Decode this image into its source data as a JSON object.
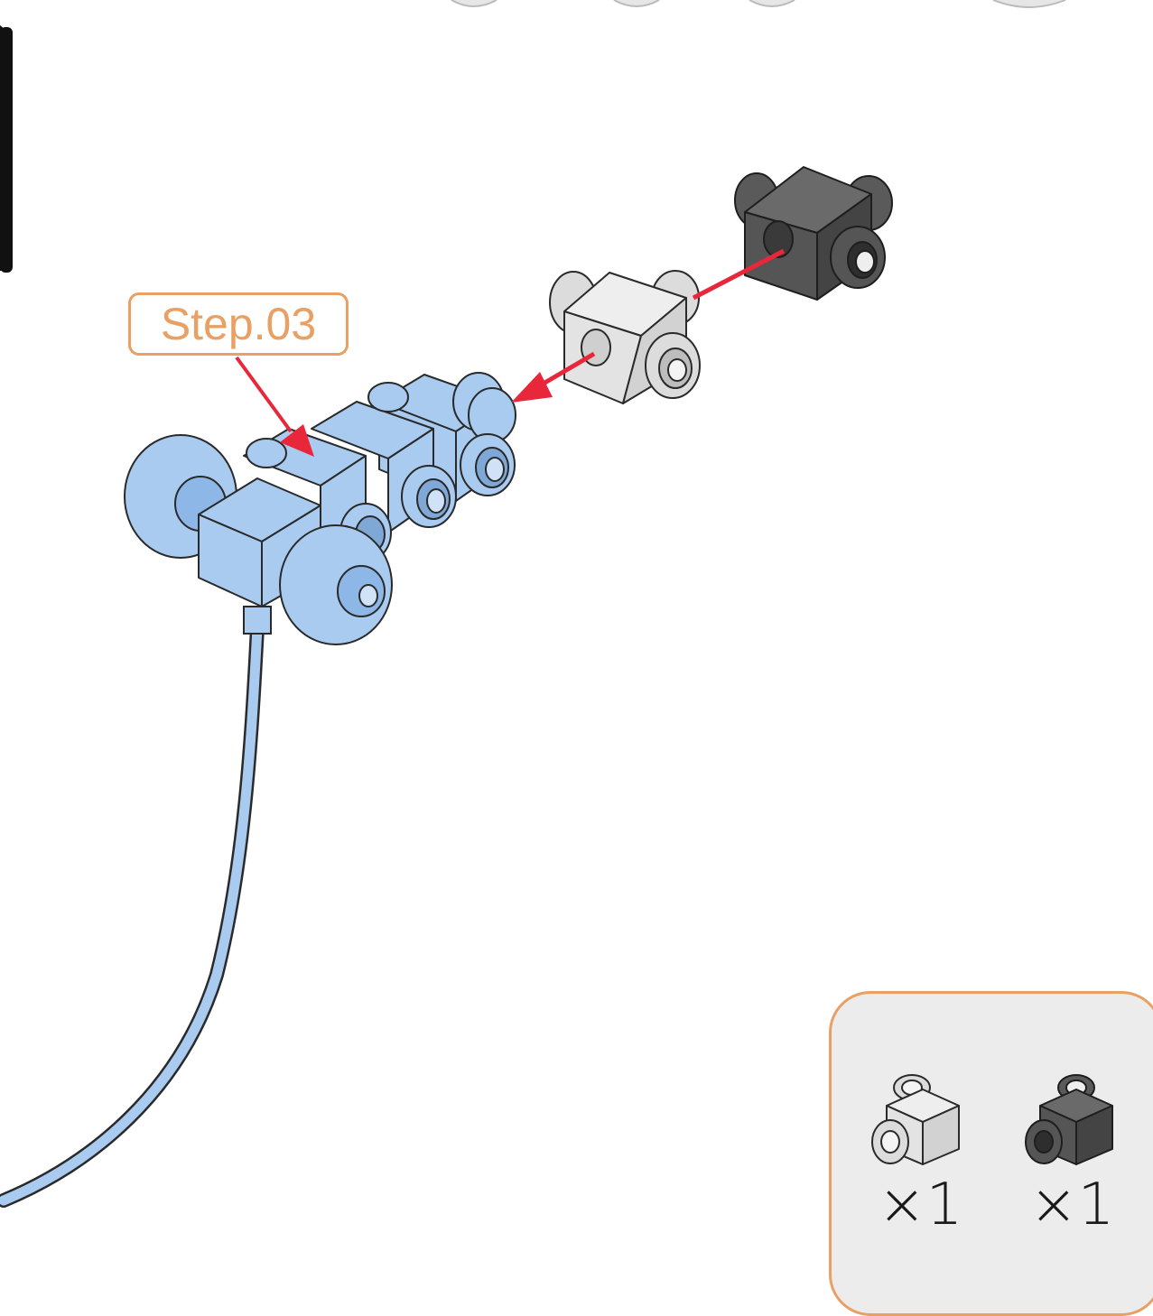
{
  "step_label": "Step.03",
  "parts": [
    {
      "name": "light-gray-cross-connector",
      "color": "#e2e2e2",
      "quantity_text": "×1"
    },
    {
      "name": "dark-gray-cross-connector",
      "color": "#555555",
      "quantity_text": "×1"
    }
  ],
  "colors": {
    "accent_orange": "#e8a064",
    "arrow_red": "#e8283a",
    "assembly_blue": "#a9cbf0",
    "outline": "#2a2a2a",
    "panel_bg": "#ececec"
  },
  "icons": [
    "insertion-arrow-icon",
    "pointer-arrow-icon"
  ]
}
